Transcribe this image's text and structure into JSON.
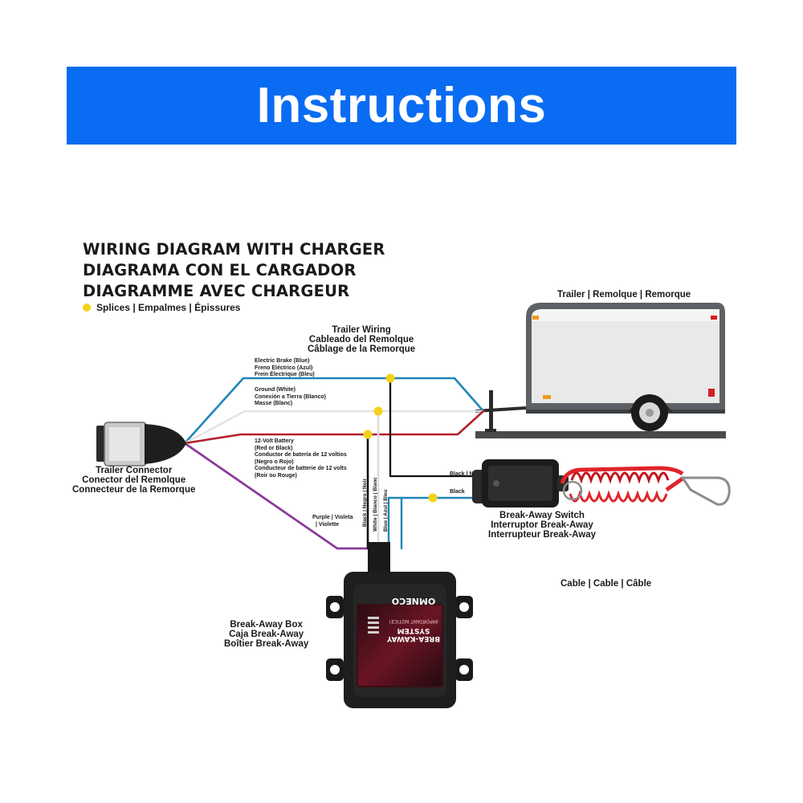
{
  "banner": {
    "title": "Instructions",
    "color": "#0a6cf2"
  },
  "heading": {
    "lines": [
      "WIRING DIAGRAM WITH CHARGER",
      "DIAGRAMA CON EL CARGADOR",
      "DIAGRAMME AVEC CHARGEUR"
    ]
  },
  "legend": {
    "splices": "Splices | Empalmes | Épissures",
    "splice_color": "#f4d21a"
  },
  "trailer": {
    "label": "Trailer | Remolque | Remorque"
  },
  "trailer_wiring": {
    "lines": [
      "Trailer Wiring",
      "Cableado del Remolque",
      "Câblage de la Remorque"
    ]
  },
  "wires": {
    "brake": {
      "lines": [
        "Electric Brake (Blue)",
        "Freno Eléctrico (Azul)",
        "Frein Électrique (Bleu)"
      ],
      "color": "#1f86b8"
    },
    "ground": {
      "lines": [
        "Ground (White)",
        "Conexión a Tierra (Blanco)",
        "Masse (Blanc)"
      ],
      "color": "#e6e6e6"
    },
    "battery": {
      "lines": [
        "12-Volt Battery",
        "(Red or Black)",
        "Conductor de batería de 12 voltios",
        "(Negro o Rojo)",
        "Conducteur de batterie de 12 volts",
        "(Roir ou Rouge)"
      ],
      "color": "#b3202a"
    },
    "purple": {
      "lines": [
        "Purple | Violeta",
        "| Violette"
      ],
      "color": "#8b3a9b"
    },
    "black_vertical": "Black | Negro | Noir",
    "white_vertical": "White | Blanco | Blanc",
    "blue_vertical": "Blue | Azul | Bleu",
    "switch_black_1": "Black | N",
    "switch_black_2": "Black"
  },
  "connector": {
    "lines": [
      "Trailer Connector",
      "Conector del Remolque",
      "Connecteur de la Remorque"
    ]
  },
  "switch": {
    "lines": [
      "Break-Away Switch",
      "Interruptor Break-Away",
      "Interrupteur Break-Away"
    ]
  },
  "cable": {
    "label": "Cable | Cable | Câble",
    "color": "#e0242b"
  },
  "box": {
    "lines": [
      "Break-Away Box",
      "Caja Break-Away",
      "Boîtier Break-Away"
    ],
    "brand": "OMNECO",
    "system": "BREA-KAWAY",
    "system2": "SYSTEM",
    "notice": "IMPORTANT NOTICE!"
  }
}
